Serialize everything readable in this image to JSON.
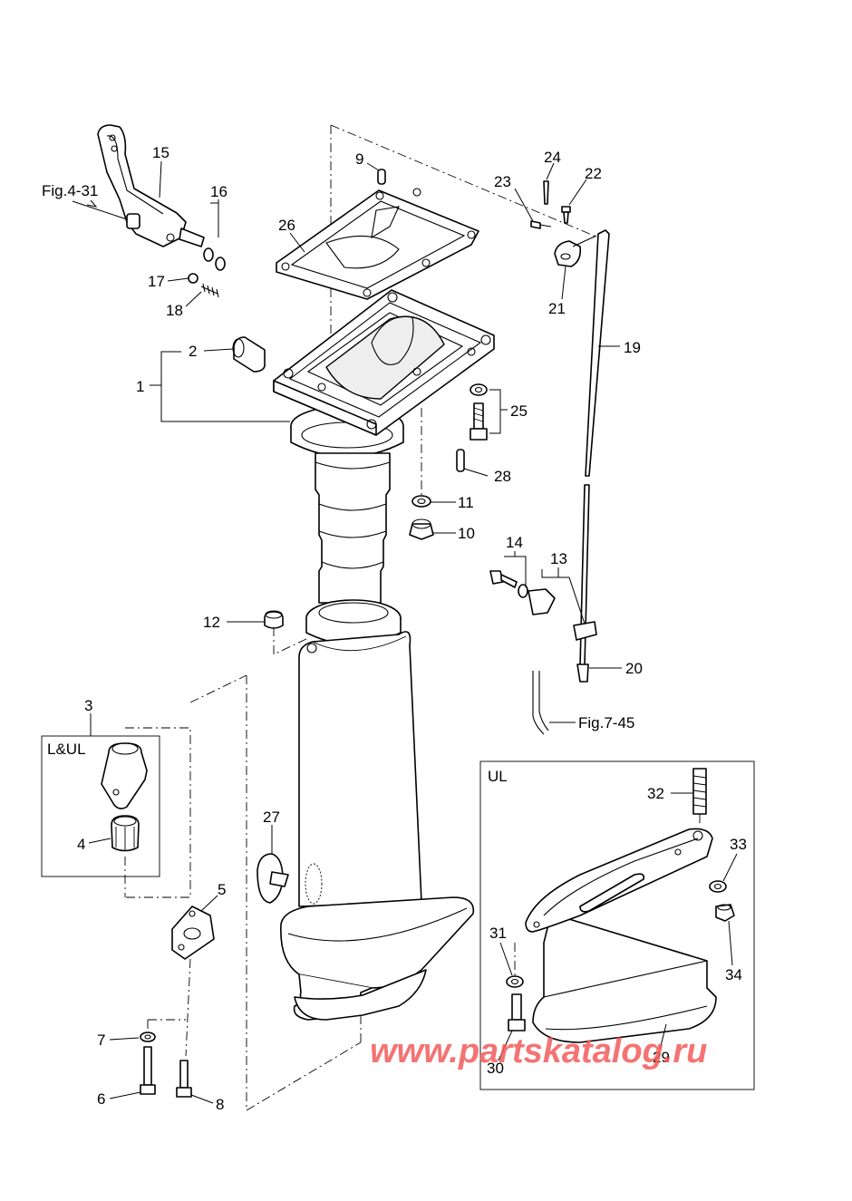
{
  "references": {
    "tiller_fig": "Fig.4-31",
    "linkage_fig": "Fig.7-45"
  },
  "boxes": {
    "long_short": "L&UL",
    "extra_long": "UL"
  },
  "callouts": [
    "1",
    "2",
    "3",
    "4",
    "5",
    "6",
    "7",
    "8",
    "9",
    "10",
    "11",
    "12",
    "13",
    "14",
    "15",
    "16",
    "17",
    "18",
    "19",
    "20",
    "21",
    "22",
    "23",
    "24",
    "25",
    "26",
    "27",
    "28",
    "29",
    "30",
    "31",
    "32",
    "33",
    "34"
  ],
  "watermark": "www.partskatalog.ru",
  "colors": {
    "lines": "#000000",
    "background": "#ffffff",
    "watermark": "#f25a5a"
  }
}
